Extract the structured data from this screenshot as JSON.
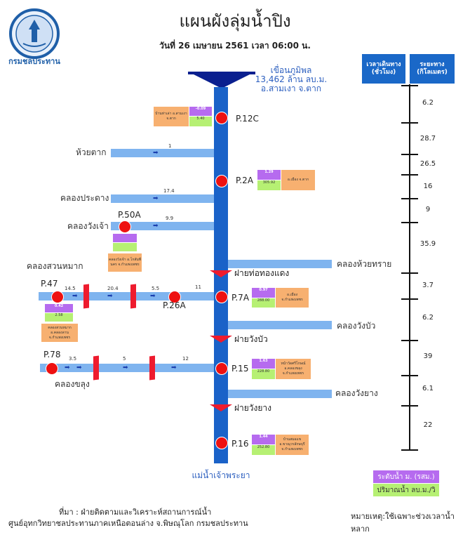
{
  "header": {
    "title": "แผนผังลุ่มน้ำปิง",
    "subtitle": "วันที่ 26 เมษายน 2561 เวลา 06:00 น.",
    "logo_text": "กรมชลประทาน"
  },
  "dam": {
    "name": "เขื่อนภูมิพล",
    "capacity": "13,462 ล้าน ลบ.ม.",
    "location": "อ.สามเงา จ.ตาก"
  },
  "river_mouth": "แม่น้ำเจ้าพระยา",
  "tributaries": {
    "huay_tak": "ห้วยตาก",
    "khlong_pradang": "คลองประดาง",
    "khlong_wang_chao": "คลองวังเจ้า",
    "khlong_suan_mak": "คลองสวนหมาก",
    "khlong_huay_sai": "คลองห้วยทราย",
    "khlong_wang_bua": "คลองวังบัว",
    "khlong_khlung": "คลองขลุง",
    "khlong_wang_yang": "คลองวังยาง"
  },
  "distances": {
    "huay_tak": "1",
    "pradang": "17.4",
    "wang_chao": "9.9",
    "p47_a": "14.5",
    "p47_b": "20.4",
    "p47_c": "5.5",
    "p47_d": "11",
    "p78_a": "3.5",
    "p78_b": "5",
    "p78_c": "12"
  },
  "stations": {
    "p12c": {
      "name": "P.12C",
      "level": "-0.09",
      "flow": "5.40",
      "place": "บ้านท่าเล่า อ.สามเงา จ.ตาก"
    },
    "p2a": {
      "name": "P.2A",
      "level": "1.29",
      "flow": "305.92",
      "place": "อ.เมือง จ.ตาก"
    },
    "p50a": {
      "name": "P.50A",
      "level": "",
      "flow": "",
      "place": "คลองวังเจ้า อ.โกสัมพีนคร จ.กำแพงเพชร"
    },
    "p47": {
      "name": "P.47",
      "level": "0.42",
      "flow": "2.58",
      "place": "คลองสวนหมาก อ.คลองลาน จ.กำแพงเพชร"
    },
    "p26a": {
      "name": "P.26A"
    },
    "p7a": {
      "name": "P.7A",
      "level": "0.97",
      "flow": "288.00",
      "place": "อ.เมือง จ.กำแพงเพชร"
    },
    "p78": {
      "name": "P.78"
    },
    "p15": {
      "name": "P.15",
      "level": "1.63",
      "flow": "228.80",
      "place": "หน้าวัดศรีโกษณ์ อ.คลองขลุง จ.กำแพงเพชร"
    },
    "p16": {
      "name": "P.16",
      "level": "1.44",
      "flow": "252.80",
      "place": "บ้านสมอแข อ.ขาณุวรลักษบุรี จ.กำแพงเพชร"
    }
  },
  "weirs": {
    "tho_thong_daeng": "ฝายท่อทองแดง",
    "wang_bua": "ฝายวังบัว",
    "wang_yang": "ฝายวังยาง"
  },
  "timeline": {
    "col_time": "เวลาเดินทาง (ชั่วโมง)",
    "col_distance": "ระยะทาง (กิโลเมตร)",
    "values": [
      "6.2",
      "28.7",
      "26.5",
      "16",
      "9",
      "35.9",
      "3.7",
      "6.2",
      "39",
      "6.1",
      "22"
    ]
  },
  "legend": {
    "level": "ระดับน้ำ ม. (รสม.)",
    "flow": "ปริมาณน้ำ ลบ.ม./วิ"
  },
  "footer": {
    "source_line1": "ที่มา : ฝ่ายติดตามและวิเคราะห์สถานการณ์น้ำ",
    "source_line2": "ศูนย์อุทกวิทยาชลประทานภาคเหนือตอนล่าง จ.พิษณุโลก กรมชลประทาน",
    "note": "หมายเหตุ:ใช้เฉพาะช่วงเวลาน้ำหลาก"
  },
  "colors": {
    "river": "#1a62c8",
    "tributary": "#7fb4ef",
    "station": "#ee1111",
    "weir": "#ee1b2e",
    "level_box": "#b66bef",
    "flow_box": "#b6f073",
    "place_box": "#f7b070"
  }
}
